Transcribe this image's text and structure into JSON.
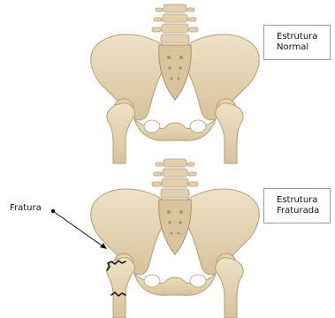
{
  "labels": {
    "normal_structure": [
      "Estrutura",
      "Normal"
    ],
    "fractured_structure": [
      "Estrutura",
      "Fraturada"
    ],
    "fracture": "Fratura"
  },
  "colors": {
    "bone": "#e8d8b8",
    "bone_shadow": "#c9b38e",
    "bone_dark": "#a8916c",
    "fracture_line": "#1a1a1a",
    "box_border": "#9a9a9a"
  }
}
